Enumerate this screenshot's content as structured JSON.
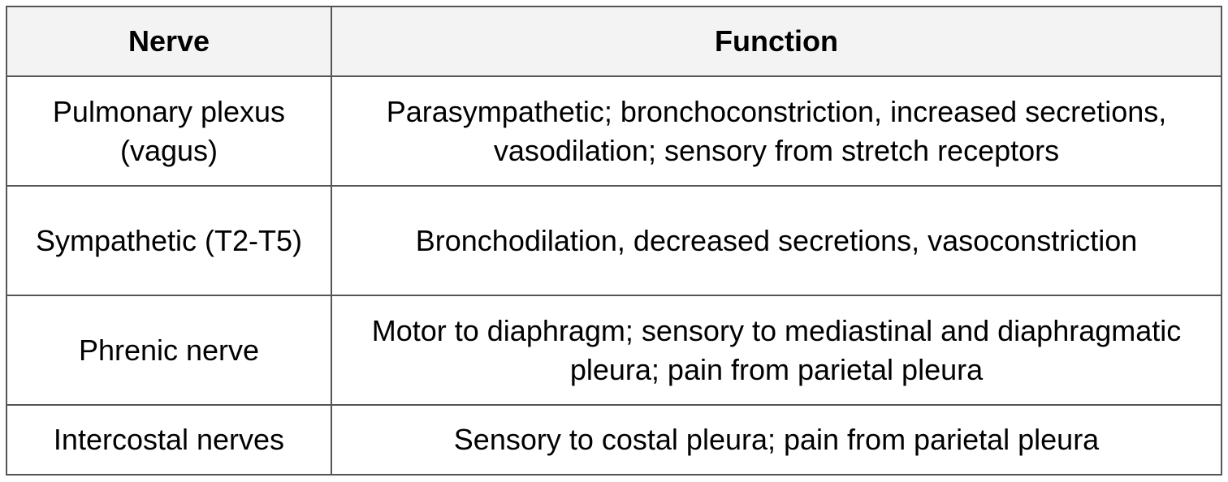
{
  "table": {
    "headers": {
      "nerve": "Nerve",
      "function": "Function"
    },
    "rows": [
      {
        "nerve": "Pulmonary plexus (vagus)",
        "function": "Parasympathetic; bronchoconstriction, increased secretions, vasodilation; sensory from stretch receptors"
      },
      {
        "nerve": "Sympathetic (T2-T5)",
        "function": "Bronchodilation, decreased secretions, vasoconstriction"
      },
      {
        "nerve": "Phrenic nerve",
        "function": "Motor to diaphragm; sensory to mediastinal and diaphragmatic pleura; pain from parietal pleura"
      },
      {
        "nerve": "Intercostal nerves",
        "function": "Sensory to costal pleura; pain from parietal pleura"
      }
    ]
  },
  "colors": {
    "border": "#555555",
    "header_bg": "#f3f3f3",
    "text": "#000000"
  }
}
